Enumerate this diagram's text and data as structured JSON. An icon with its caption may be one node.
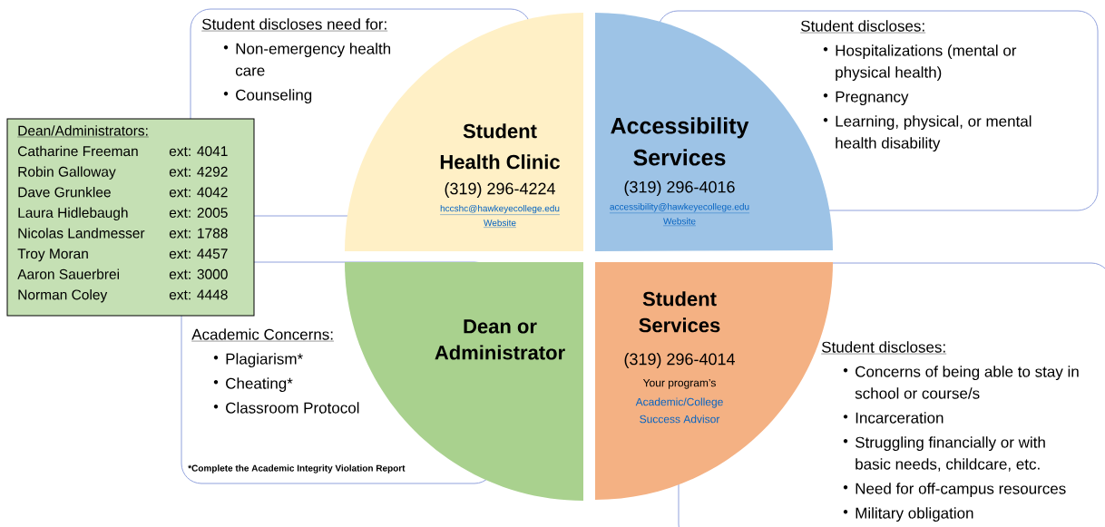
{
  "diagram": {
    "nodes": [
      {
        "text": [
          "Student discloses need for:",
          "Non-emergency health care",
          "Counseling"
        ]
      },
      {
        "text": [
          "Student Health Clinic",
          "(319) 296-4224",
          "hccshc@hawkeyecollege.edu",
          "Website"
        ]
      },
      {
        "text": [
          "Accessibility Services",
          "(319) 296-4016",
          "accessibility@hawkeyecollege.edu",
          "Website"
        ]
      },
      {
        "text": [
          "Student discloses:",
          "Hospitalizations (mental or physical health)",
          "Pregnancy",
          "Learning, physical, or mental health disability"
        ]
      },
      {
        "text": [
          "Dean/Administrators:",
          "Catharine Freeman",
          "ext: 4041",
          "Robin Galloway",
          "ext: 4292",
          "Dave Grunklee",
          "ext: 4042",
          "Laura Hidlebaugh",
          "ext: 2005",
          "Nicolas Landmesser",
          "ext: 1788",
          "Troy Moran",
          "ext: 4457",
          "Aaron Sauerbrei",
          "ext: 3000",
          "Norman Coley",
          "ext: 4448"
        ]
      },
      {
        "text": [
          "Academic Concerns:",
          "Plagiarism*",
          "Cheating*",
          "Classroom Protocol",
          "*Complete the Academic Integrity Violation Report"
        ]
      },
      {
        "text": [
          "Dean or Administrator"
        ]
      },
      {
        "text": [
          "Student Services",
          "(319) 296-4014",
          "Your program’s",
          "Academic/College Success Advisor"
        ]
      },
      {
        "text": [
          "Student discloses:",
          "Concerns of being able to stay in school or course/s",
          "Incarceration",
          "Struggling financially or with basic needs, childcare, etc.",
          "Need for off-campus resources",
          "Military obligation"
        ]
      }
    ],
    "edges": []
  }
}
